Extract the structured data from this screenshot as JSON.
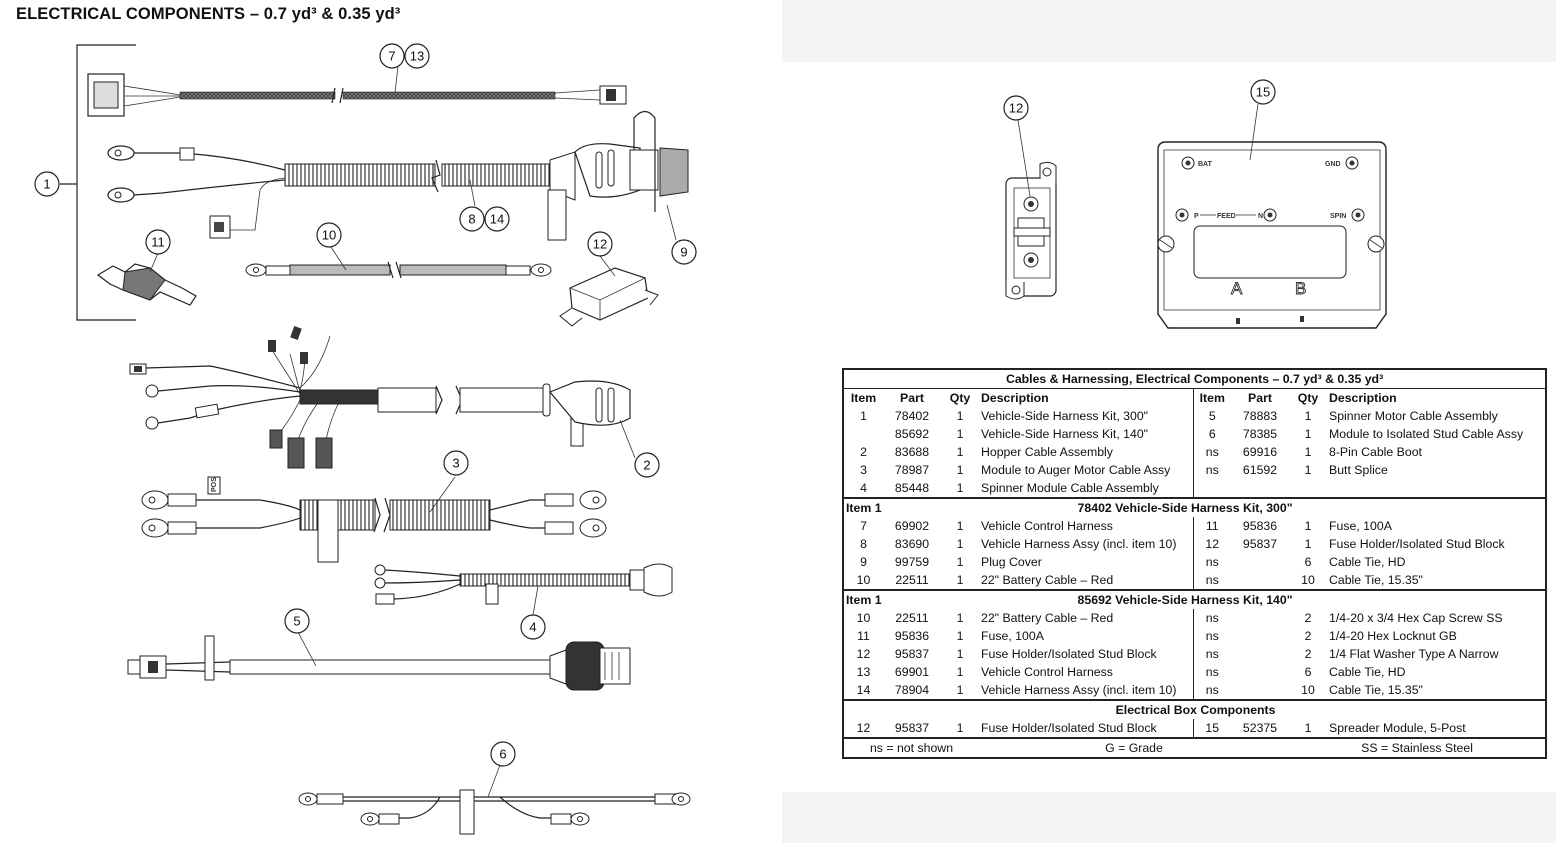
{
  "page": {
    "title": "ELECTRICAL COMPONENTS – 0.7 yd³ & 0.35 yd³"
  },
  "callouts": {
    "c1": "1",
    "c2": "2",
    "c3": "3",
    "c4": "4",
    "c5": "5",
    "c6": "6",
    "c7": "7",
    "c13": "13",
    "c8": "8",
    "c14": "14",
    "c9": "9",
    "c10": "10",
    "c11": "11",
    "c12a": "12",
    "c12b": "12",
    "c15": "15"
  },
  "module_labels": {
    "bat": "BAT",
    "gnd": "GND",
    "p": "P",
    "feed": "FEED",
    "n": "N",
    "spin": "SPIN",
    "a": "A",
    "b": "B",
    "pos": "POS"
  },
  "table": {
    "title": "Cables & Harnessing, Electrical Components – 0.7 yd³ & 0.35 yd³",
    "headers": [
      "Item",
      "Part",
      "Qty",
      "Description",
      "Item",
      "Part",
      "Qty",
      "Description"
    ],
    "main_rows": [
      [
        "1",
        "78402",
        "1",
        "Vehicle-Side Harness Kit, 300\"",
        "5",
        "78883",
        "1",
        "Spinner Motor Cable Assembly"
      ],
      [
        "",
        "85692",
        "1",
        "Vehicle-Side Harness Kit, 140\"",
        "6",
        "78385",
        "1",
        "Module to Isolated Stud Cable Assy"
      ],
      [
        "2",
        "83688",
        "1",
        "Hopper Cable Assembly",
        "ns",
        "69916",
        "1",
        "8-Pin Cable Boot"
      ],
      [
        "3",
        "78987",
        "1",
        "Module to Auger Motor Cable Assy",
        "ns",
        "61592",
        "1",
        "Butt Splice"
      ],
      [
        "4",
        "85448",
        "1",
        "Spinner Module Cable Assembly",
        "",
        "",
        "",
        ""
      ]
    ],
    "section1": {
      "item": "Item 1",
      "title": "78402  Vehicle-Side Harness Kit, 300\"",
      "rows": [
        [
          "7",
          "69902",
          "1",
          "Vehicle Control Harness",
          "11",
          "95836",
          "1",
          "Fuse, 100A"
        ],
        [
          "8",
          "83690",
          "1",
          "Vehicle Harness Assy (incl. item 10)",
          "12",
          "95837",
          "1",
          "Fuse Holder/Isolated Stud Block"
        ],
        [
          "9",
          "99759",
          "1",
          "Plug Cover",
          "ns",
          "",
          "6",
          "Cable Tie, HD"
        ],
        [
          "10",
          "22511",
          "1",
          "22\" Battery Cable – Red",
          "ns",
          "",
          "10",
          "Cable Tie, 15.35\""
        ]
      ]
    },
    "section2": {
      "item": "Item 1",
      "title": "85692  Vehicle-Side Harness Kit, 140\"",
      "rows": [
        [
          "10",
          "22511",
          "1",
          "22\" Battery Cable – Red",
          "ns",
          "",
          "2",
          "1/4-20 x 3/4 Hex Cap Screw SS"
        ],
        [
          "11",
          "95836",
          "1",
          "Fuse, 100A",
          "ns",
          "",
          "2",
          "1/4-20 Hex Locknut GB"
        ],
        [
          "12",
          "95837",
          "1",
          "Fuse Holder/Isolated Stud Block",
          "ns",
          "",
          "2",
          "1/4 Flat Washer Type A Narrow"
        ],
        [
          "13",
          "69901",
          "1",
          "Vehicle Control Harness",
          "ns",
          "",
          "6",
          "Cable Tie, HD"
        ],
        [
          "14",
          "78904",
          "1",
          "Vehicle Harness Assy (incl. item 10)",
          "ns",
          "",
          "10",
          "Cable Tie, 15.35\""
        ]
      ]
    },
    "section3": {
      "title": "Electrical Box Components",
      "rows": [
        [
          "12",
          "95837",
          "1",
          "Fuse Holder/Isolated Stud Block",
          "15",
          "52375",
          "1",
          "Spreader Module, 5-Post"
        ]
      ]
    },
    "footer": {
      "ns": "ns = not shown",
      "g": "G = Grade",
      "ss": "SS = Stainless Steel"
    }
  }
}
